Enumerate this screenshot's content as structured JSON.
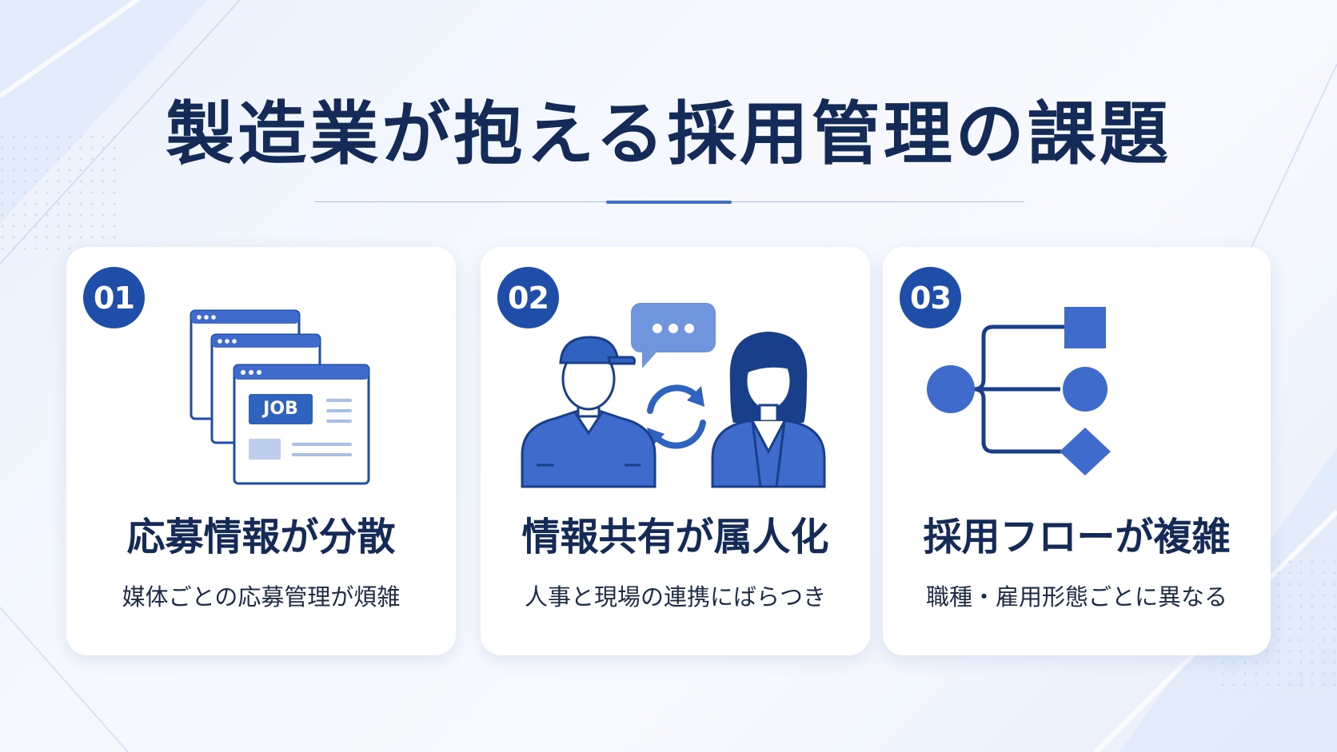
{
  "title": "製造業が抱える採用管理の課題",
  "cards": [
    {
      "number": "01",
      "title": "応募情報が分散",
      "description": "媒体ごとの応募管理が煩雑",
      "illustration_label": "JOB"
    },
    {
      "number": "02",
      "title": "情報共有が属人化",
      "description": "人事と現場の連携にばらつき"
    },
    {
      "number": "03",
      "title": "採用フローが複雑",
      "description": "職種・雇用形態ごとに異なる"
    }
  ],
  "colors": {
    "primary": "#1f4ea8",
    "accent": "#3f6ccc",
    "light": "#dde7f8",
    "title_text": "#142a57"
  }
}
